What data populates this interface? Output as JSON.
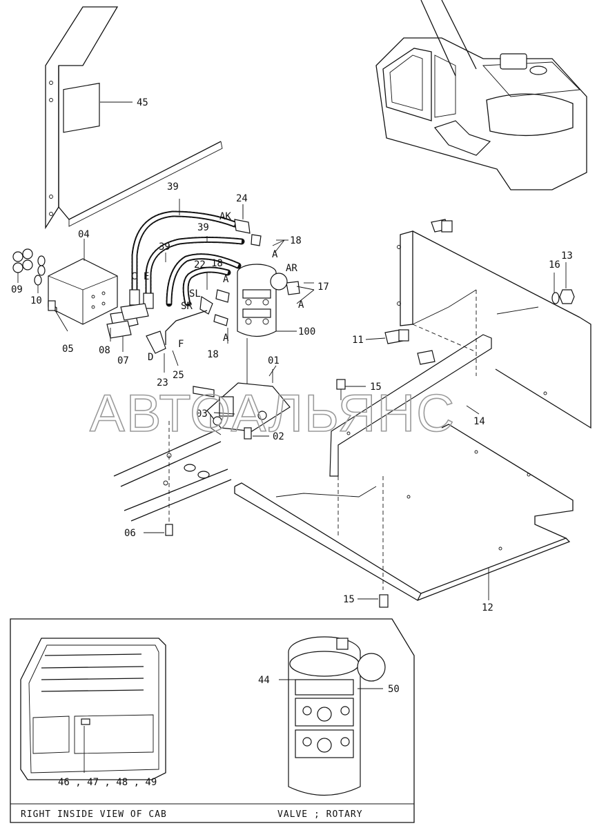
{
  "labels": {
    "p45": "45",
    "p39a": "39",
    "p39b": "39",
    "p39c": "39",
    "p24": "24",
    "p18a": "18",
    "p18b": "18",
    "p18c": "18",
    "p17": "17",
    "p04": "04",
    "p09": "09",
    "p10": "10",
    "p05": "05",
    "p08": "08",
    "p07": "07",
    "p22": "22",
    "p23": "23",
    "p25": "25",
    "p100": "100",
    "p01": "01",
    "p02": "02",
    "p03": "03",
    "p06": "06",
    "p11": "11",
    "p13": "13",
    "p16": "16",
    "p14": "14",
    "p15a": "15",
    "p15b": "15",
    "p12": "12",
    "p44": "44",
    "p50": "50",
    "p46": "46 , 47 , 48 , 49"
  },
  "port_labels": {
    "ak": "AK",
    "ar": "AR",
    "sl": "SL",
    "sr": "SR",
    "c": "C",
    "e": "E",
    "d": "D",
    "f": "F",
    "a1": "A",
    "a2": "A",
    "a3": "A",
    "a4": "A"
  },
  "captions": {
    "cab_view": "RIGHT INSIDE VIEW OF CAB",
    "valve": "VALVE ; ROTARY"
  },
  "watermark": "АВТОАЛЬЯНС"
}
